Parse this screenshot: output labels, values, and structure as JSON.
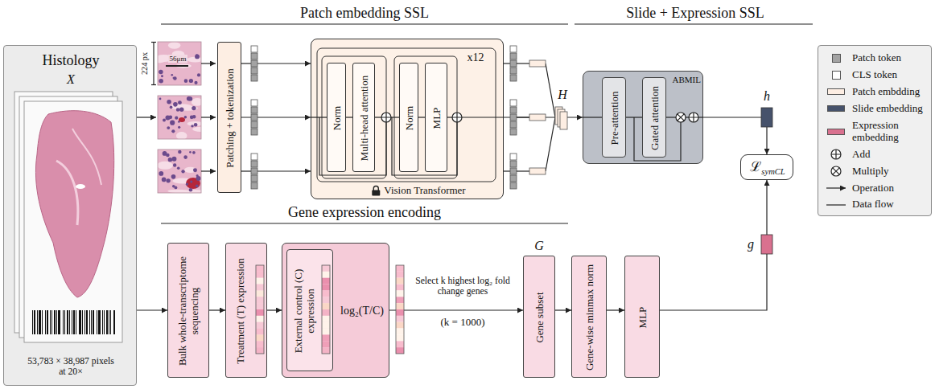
{
  "diagram": {
    "nodes": [
      {
        "text": [
          "Histology",
          "X",
          "53,783 × 38,987 pixels at 20×"
        ]
      },
      {
        "text": [
          "Patching + tokenization"
        ]
      },
      {
        "text": [
          "x12",
          "Vision Transformer"
        ]
      },
      {
        "text": [
          "Norm"
        ],
        "in": 2
      },
      {
        "text": [
          "Multi-head attention"
        ],
        "in": 2
      },
      {
        "text": [
          "Norm"
        ],
        "in": 2
      },
      {
        "text": [
          "MLP"
        ],
        "in": 2
      },
      {
        "text": [
          "ABMIL"
        ]
      },
      {
        "text": [
          "Pre-attention"
        ],
        "in": 7
      },
      {
        "text": [
          "Gated attention"
        ],
        "in": 7
      },
      {
        "text": [
          "ℒsymCL"
        ]
      },
      {
        "text": [
          "Bulk whole-transcriptome sequencing"
        ]
      },
      {
        "text": [
          "Treatment (T) expression"
        ]
      },
      {
        "text": [
          "log₂(T/C)"
        ]
      },
      {
        "text": [
          "External control (C) expression"
        ],
        "in": 13
      },
      {
        "text": [
          "Gene subset"
        ]
      },
      {
        "text": [
          "Gene-wise minmax norm"
        ]
      },
      {
        "text": [
          "MLP"
        ]
      }
    ],
    "edges": [
      {
        "from": 0,
        "to": 11,
        "arrow": "to"
      },
      {
        "from": 1,
        "to": 2,
        "arrow": "to"
      },
      {
        "from": 3,
        "to": 4,
        "arrow": "none"
      },
      {
        "from": 4,
        "to": 5,
        "arrow": "none"
      },
      {
        "from": 5,
        "to": 6,
        "arrow": "none"
      },
      {
        "from": 2,
        "to": 7,
        "arrow": "to"
      },
      {
        "from": 8,
        "to": 9,
        "arrow": "none"
      },
      {
        "from": 7,
        "to": 10,
        "arrow": "to"
      },
      {
        "from": 11,
        "to": 12,
        "arrow": "to"
      },
      {
        "from": 12,
        "to": 13,
        "arrow": "to"
      },
      {
        "from": 13,
        "to": 15,
        "arrow": "to"
      },
      {
        "from": 15,
        "to": 16,
        "arrow": "to"
      },
      {
        "from": 16,
        "to": 17,
        "arrow": "to"
      },
      {
        "from": 17,
        "to": 10,
        "arrow": "to"
      }
    ],
    "labels": [
      "Patch embedding SSL",
      "Slide + Expression SSL",
      "224 px",
      "56μm",
      "H",
      "h",
      "Gene expression encoding",
      "Select k highest log₂ fold change genes",
      "(k = 1000)",
      "G",
      "g"
    ],
    "legend": [
      {
        "text": "Patch token",
        "color": "#a3a3a3"
      },
      {
        "text": "CLS token",
        "color": "#ffffff"
      },
      {
        "text": "Patch embdding",
        "color": "#fdeee3"
      },
      {
        "text": "Slide embedding",
        "color": "#46526b"
      },
      {
        "text": "Expression embedding",
        "color": "#d9718f"
      },
      {
        "text": "Add"
      },
      {
        "text": "Multiply"
      },
      {
        "text": "Operation"
      },
      {
        "text": "Data flow"
      }
    ]
  }
}
